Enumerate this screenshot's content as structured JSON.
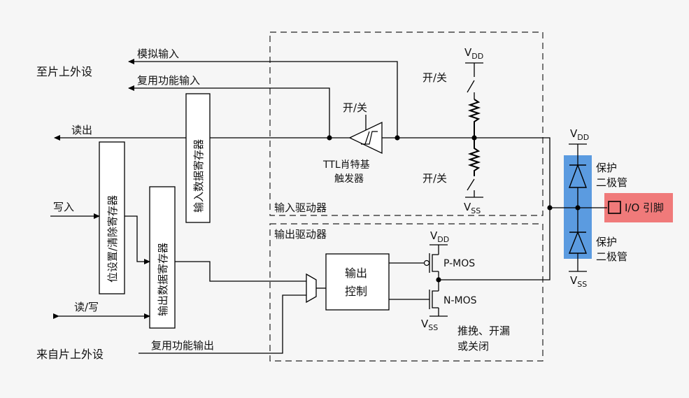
{
  "labels": {
    "to_peripherals": "至片上外设",
    "from_peripherals": "来自片上外设",
    "analog_input": "模拟输入",
    "alt_func_input": "复用功能输入",
    "read_out": "读出",
    "write_in": "写入",
    "read_write": "读/写",
    "alt_func_output": "复用功能输出",
    "input_data_register": "输入数据寄存器",
    "bit_set_reset_register": "位设置/清除寄存器",
    "output_data_register": "输出数据寄存器",
    "on_off_trigger": "开/关",
    "ttl_schmitt_line1": "TTL肖特基",
    "ttl_schmitt_line2": "触发器",
    "input_driver": "输入驱动器",
    "output_driver": "输出驱动器",
    "output_control_line1": "输出",
    "output_control_line2": "控制",
    "pmos": "P-MOS",
    "nmos": "N-MOS",
    "push_pull_line1": "推挽、开漏",
    "push_pull_line2": "或关闭",
    "on_off_pullup": "开/关",
    "on_off_pulldown": "开/关",
    "vdd": "V",
    "vdd_sub": "DD",
    "vss": "V",
    "vss_sub": "SS",
    "protect_diode_line1": "保护",
    "protect_diode_line2": "二极管",
    "io_pin": "I/O 引脚"
  },
  "colors": {
    "diode_highlight": "#5b9be0",
    "io_highlight": "#f07a7a"
  }
}
